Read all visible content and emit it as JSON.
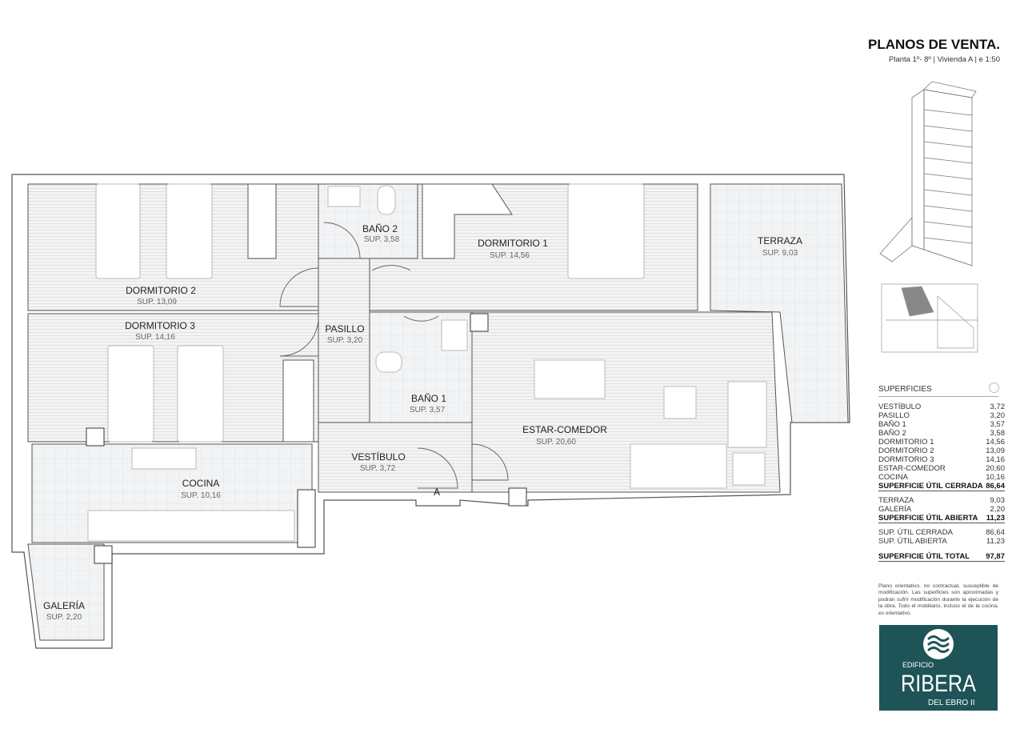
{
  "header": {
    "title": "PLANOS DE VENTA.",
    "subtitle": "Planta 1º- 8º | Vivienda A | e 1:50"
  },
  "rooms": {
    "dormitorio2": {
      "label": "DORMITORIO 2",
      "sup": "SUP. 13,09"
    },
    "dormitorio3": {
      "label": "DORMITORIO 3",
      "sup": "SUP. 14,16"
    },
    "bano2": {
      "label": "BAÑO 2",
      "sup": "SUP. 3,58"
    },
    "dormitorio1": {
      "label": "DORMITORIO 1",
      "sup": "SUP. 14,56"
    },
    "terraza": {
      "label": "TERRAZA",
      "sup": "SUP. 9,03"
    },
    "pasillo": {
      "label": "PASILLO",
      "sup": "SUP. 3,20"
    },
    "bano1": {
      "label": "BAÑO 1",
      "sup": "SUP. 3,57"
    },
    "estar": {
      "label": "ESTAR-COMEDOR",
      "sup": "SUP. 20,60"
    },
    "vestibulo": {
      "label": "VESTÍBULO",
      "sup": "SUP. 3,72"
    },
    "cocina": {
      "label": "COCINA",
      "sup": "SUP. 10,16"
    },
    "galeria": {
      "label": "GALERÍA",
      "sup": "SUP. 2,20"
    }
  },
  "entrance_mark": "A",
  "superficies": {
    "heading": "SUPERFICIES",
    "cerrada": [
      {
        "name": "VESTÍBULO",
        "value": "3,72"
      },
      {
        "name": "PASILLO",
        "value": "3,20"
      },
      {
        "name": "BAÑO 1",
        "value": "3,57"
      },
      {
        "name": "BAÑO 2",
        "value": "3,58"
      },
      {
        "name": "DORMITORIO 1",
        "value": "14,56"
      },
      {
        "name": "DORMITORIO 2",
        "value": "13,09"
      },
      {
        "name": "DORMITORIO 3",
        "value": "14,16"
      },
      {
        "name": "ESTAR-COMEDOR",
        "value": "20,60"
      },
      {
        "name": "COCINA",
        "value": "10,16"
      }
    ],
    "cerrada_total": {
      "name": "SUPERFICIE ÚTIL CERRADA",
      "value": "86,64"
    },
    "abierta": [
      {
        "name": "TERRAZA",
        "value": "9,03"
      },
      {
        "name": "GALERÍA",
        "value": "2,20"
      }
    ],
    "abierta_total": {
      "name": "SUPERFICIE ÚTIL ABIERTA",
      "value": "11,23"
    },
    "summary": [
      {
        "name": "SUP. ÚTIL CERRADA",
        "value": "86,64"
      },
      {
        "name": "SUP. ÚTIL ABIERTA",
        "value": "11,23"
      }
    ],
    "total": {
      "name": "SUPERFICIE ÚTIL TOTAL",
      "value": "97,87"
    }
  },
  "disclaimer": "Plano orientativo, no contractual, susceptible de modificación. Las superficies son aproximadas y podrán sufrir modificación durante la ejecución de la obra. Todo el mobiliario, incluso el de la cocina, es orientativo.",
  "logo": {
    "line1": "EDIFICIO",
    "line2": "RIBERA",
    "line3": "DEL EBRO II"
  },
  "colors": {
    "logo_bg": "#1e5457",
    "wall": "#555555",
    "floor": "#f1f1f1"
  }
}
